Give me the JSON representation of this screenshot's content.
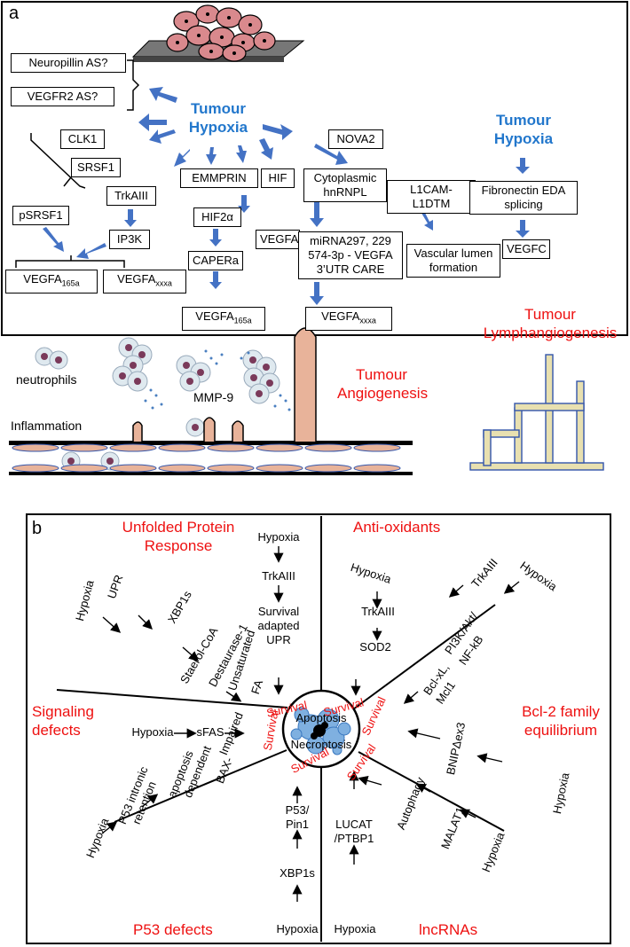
{
  "panel_a": {
    "letter": "a",
    "tumour_hypoxia_center": "Tumour Hypoxia",
    "tumour_hypoxia_right": "Tumour Hypoxia",
    "boxes": {
      "neuropillin": "Neuropillin AS?",
      "vegfr2": "VEGFR2 AS?",
      "clk1": "CLK1",
      "srsf1": "SRSF1",
      "psrsf1": "pSRSF1",
      "trkaiii": "TrkAIII",
      "ip3k": "IP3K",
      "emmprin": "EMMPRIN",
      "hif2a": "HIF2α",
      "capera": "CAPERa",
      "hif": "HIF",
      "vegfa": "VEGFA",
      "cyto": "Cytoplasmic hnRNPL",
      "nova2": "NOVA2",
      "l1cam": "L1CAM-L1DTM",
      "mirna": "miRNA297, 229 574-3p - VEGFA 3’UTR CARE",
      "vascular": "Vascular lumen formation",
      "fibronectin": "Fibronectin EDA splicing",
      "vegfc": "VEGFC",
      "vegfa_base": "VEGFA",
      "sub_165a": "165a",
      "sub_xxxa": "xxxa"
    },
    "neutrophils": "neutrophils",
    "mmp9": "MMP-9",
    "inflammation": "Inflammation",
    "tumour_angiogenesis": "Tumour Angiogenesis",
    "tumour_lymphangiogenesis": "Tumour Lymphangiogenesis"
  },
  "panel_b": {
    "letter": "b",
    "sections": {
      "upr": "Unfolded Protein Response",
      "antioxidants": "Anti-oxidants",
      "signaling": "Signaling defects",
      "bcl2": "Bcl-2 family equilibrium",
      "p53": "P53 defects",
      "lncrnas": "lncRNAs"
    },
    "center_top": "Apoptosis",
    "center_bottom": "Necroptosis",
    "survival": "Survival",
    "hypoxia": "Hypoxia",
    "trkaiii": "TrkAIII",
    "survival_adapted_upr": [
      "Survival",
      "adapted",
      "UPR"
    ],
    "upr": "UPR",
    "xbp1s": "XBP1s",
    "staerol": "Staerol-CoA",
    "destaurase": "Destaurase-1",
    "unsaturated": "Unsaturated",
    "fa": "FA",
    "sod2": "SOD2",
    "pi3k": "PI3K/Akt/",
    "nfkb": "NF-kB",
    "bclxl": "Bcl-xL,",
    "mcl1": "Mcl1",
    "sfas": "sFAS",
    "bnip": "BNIPΔex3",
    "p53_intronic": "P53 intronic",
    "retention": "retention",
    "impaired": "Impaired",
    "bax": "BAX-",
    "dependent": "dependent",
    "apoptosis": "apoptosis",
    "p53pin": [
      "P53/",
      "Pin1"
    ],
    "lucat": [
      "LUCAT",
      "/PTBP1"
    ],
    "autophagy": "Autophagy",
    "malat1": "MALAT1"
  }
}
